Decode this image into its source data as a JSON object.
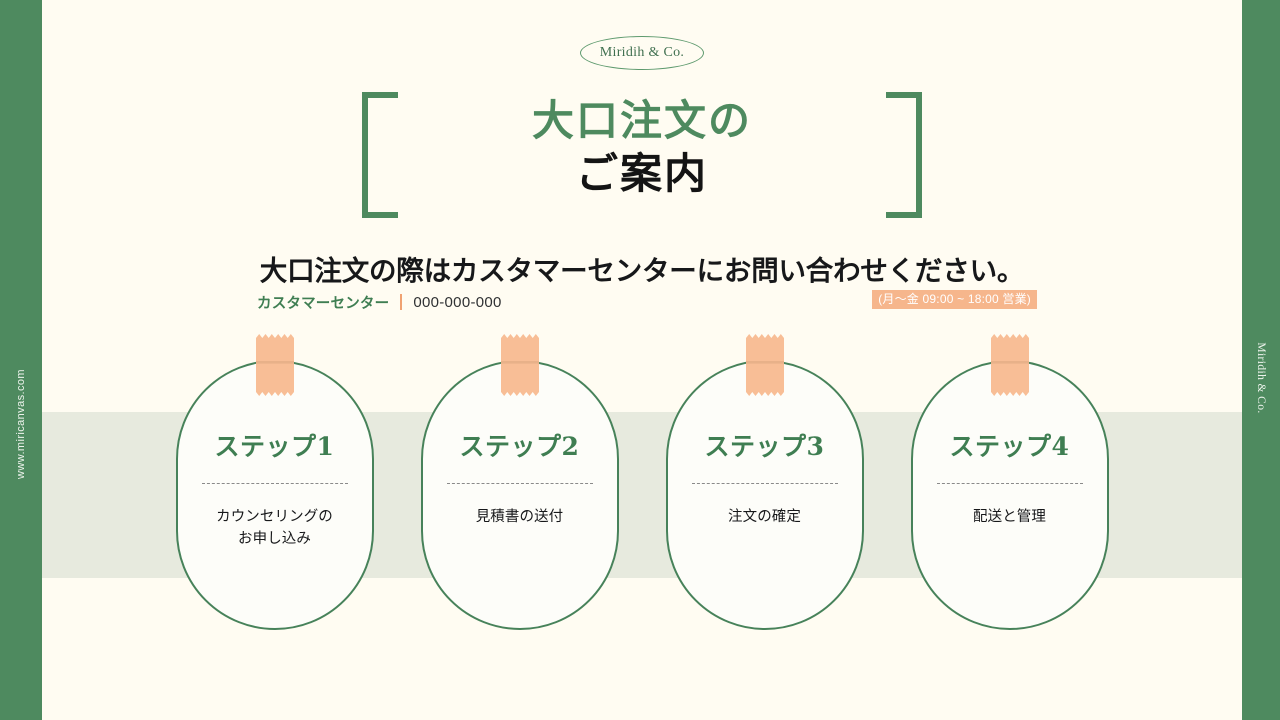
{
  "colors": {
    "sidebar_green": "#4E8A5F",
    "brand_green": "#3F7E52",
    "title_green": "#4E8A5F",
    "background_cream": "#FFFCF2",
    "band_sage": "#E7EADE",
    "tape_orange": "#F8BE96",
    "badge_orange": "#F6B68C",
    "divider_orange": "#F0A272",
    "card_border": "#47825A",
    "text_dark": "#17181A"
  },
  "sidebar": {
    "left_text": "www.miricanvas.com",
    "right_text": "Miridih & Co."
  },
  "logo": {
    "text": "Miridih & Co.",
    "shape": "ellipse-outline"
  },
  "title": {
    "line1": "大口注文の",
    "line2": "ご案内",
    "bracket_left": "bracket-left-icon",
    "bracket_right": "bracket-right-icon"
  },
  "lead": {
    "text": "大口注文の際はカスタマーセンターにお問い合わせください。"
  },
  "contact": {
    "label": "カスタマーセンター",
    "divider": "|",
    "number": "000-000-000",
    "hours_badge": "(月〜金 09:00 ~ 18:00 営業)"
  },
  "steps": [
    {
      "step_label": "ステップ1",
      "desc_line1": "カウンセリングの",
      "desc_line2": "お申し込み",
      "tape": "washi-tape-icon"
    },
    {
      "step_label": "ステップ2",
      "desc_line1": "見積書の送付",
      "desc_line2": "",
      "tape": "washi-tape-icon"
    },
    {
      "step_label": "ステップ3",
      "desc_line1": "注文の確定",
      "desc_line2": "",
      "tape": "washi-tape-icon"
    },
    {
      "step_label": "ステップ4",
      "desc_line1": "配送と管理",
      "desc_line2": "",
      "tape": "washi-tape-icon"
    }
  ]
}
